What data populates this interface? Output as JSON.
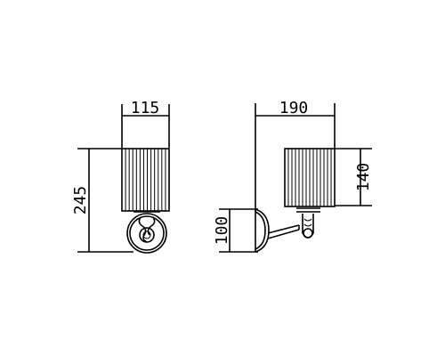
{
  "front_view": {
    "width_label": "115",
    "height_label": "245"
  },
  "side_view": {
    "depth_label": "190",
    "shade_height_label": "140",
    "backplate_height_label": "100"
  },
  "colors": {
    "line": "#000000",
    "background": "#ffffff"
  }
}
